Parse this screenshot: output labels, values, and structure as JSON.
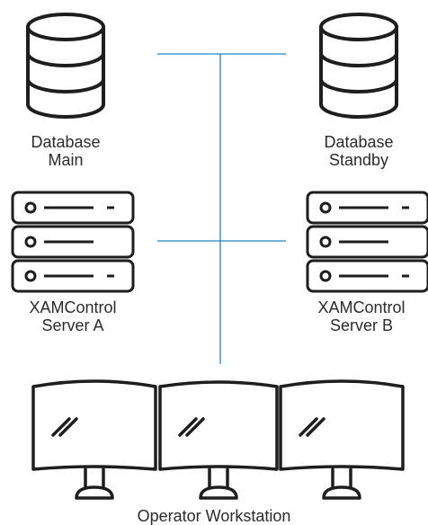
{
  "labels": {
    "db_main": [
      "Database",
      "Main"
    ],
    "db_standby": [
      "Database",
      "Standby"
    ],
    "server_a": [
      "XAMControl",
      "Server A"
    ],
    "server_b": [
      "XAMControl",
      "Server B"
    ],
    "workstation": "Operator Workstation"
  },
  "colors": {
    "line": "#1f86c7",
    "stroke": "#1e1e1e",
    "text": "#2b2b2b"
  },
  "icons": [
    "database-icon",
    "server-rack-icon",
    "monitor-icon"
  ]
}
